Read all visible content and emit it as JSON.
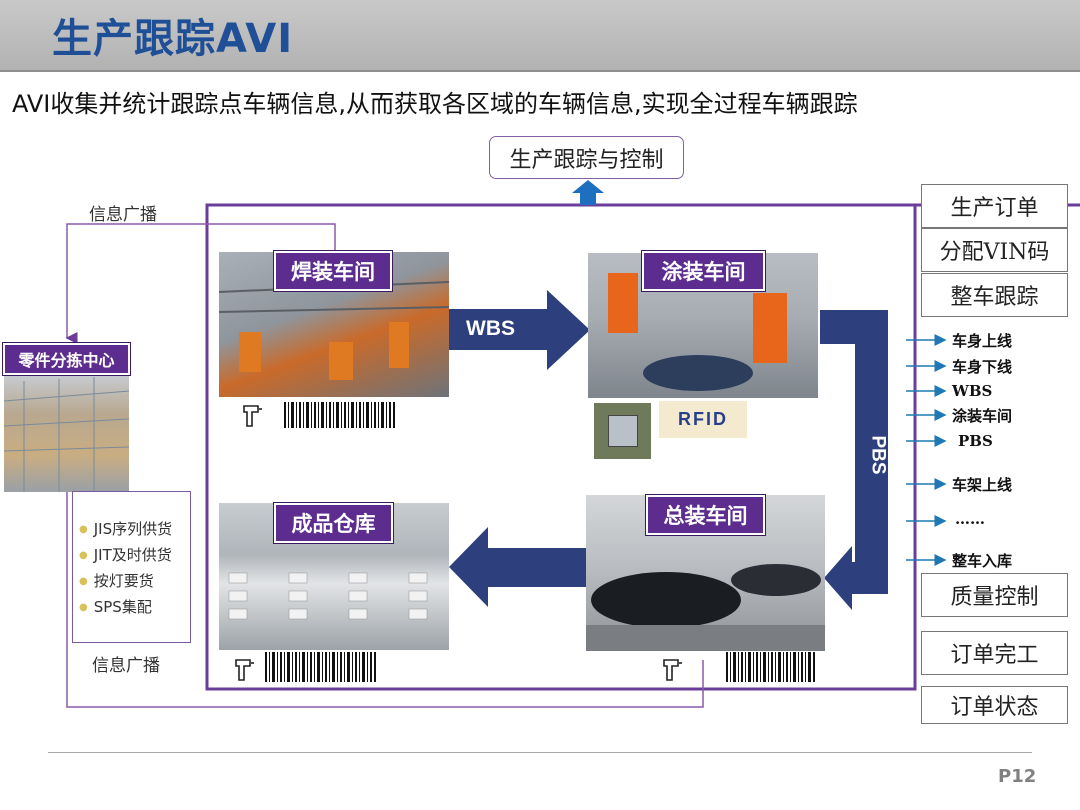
{
  "header": {
    "title": "生产跟踪AVI"
  },
  "subtitle": "AVI收集并统计跟踪点车辆信息,从而获取各区域的车辆信息,实现全过程车辆跟踪",
  "top_box": "生产跟踪与控制",
  "info_broadcast_top": "信息广播",
  "info_broadcast_bottom": "信息广播",
  "parts_center": "零件分拣中心",
  "supply_methods": [
    "JIS序列供货",
    "JIT及时供货",
    "按灯要货",
    "SPS集配"
  ],
  "workshops": {
    "welding": "焊装车间",
    "painting": "涂装车间",
    "assembly": "总装车间",
    "warehouse": "成品仓库"
  },
  "buffers": {
    "wbs": "WBS",
    "pbs": "PBS"
  },
  "rfid_label": "RFID",
  "right_boxes": [
    "生产订单",
    "分配VIN码",
    "整车跟踪",
    "质量控制",
    "订单完工",
    "订单状态"
  ],
  "tracking_points": [
    "车身上线",
    "车身下线",
    "WBS",
    "涂装车间",
    "PBS",
    "车架上线",
    "……",
    "整车入库"
  ],
  "colors": {
    "title": "#1f4f96",
    "frame": "#6a3d9a",
    "label_bg": "#5c2d8f",
    "arrow": "#2d3f7c",
    "link": "#1f78b4"
  },
  "page_number": "P12"
}
